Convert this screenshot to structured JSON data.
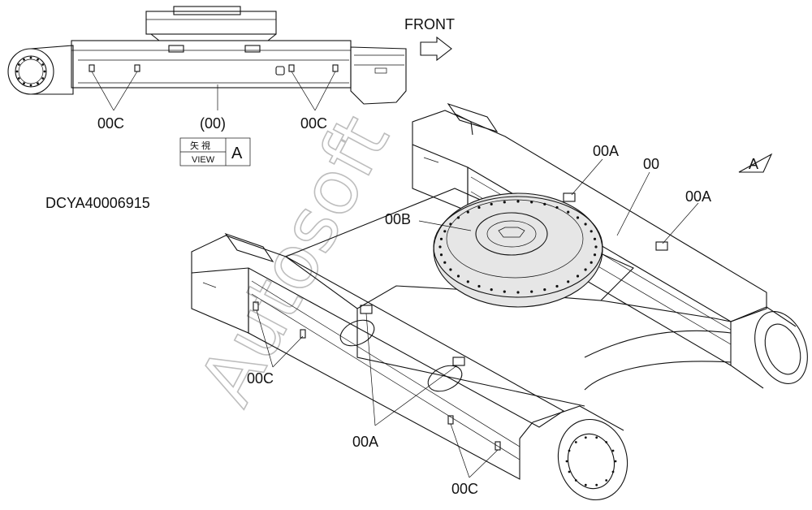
{
  "drawing_id": "DCYA40006915",
  "direction_label": "FRONT",
  "view_box": {
    "kanji": "矢 視",
    "view": "VIEW",
    "letter": "A"
  },
  "view_marker": "A",
  "watermark": "Autosoft",
  "callouts": {
    "top_left": "00C",
    "top_center": "(00)",
    "top_right": "00C",
    "main_00a_top": "00A",
    "main_00": "00",
    "main_00a_right": "00A",
    "main_00b": "00B",
    "main_00c_left": "00C",
    "main_00a_bottom": "00A",
    "main_00c_bottom": "00C"
  }
}
